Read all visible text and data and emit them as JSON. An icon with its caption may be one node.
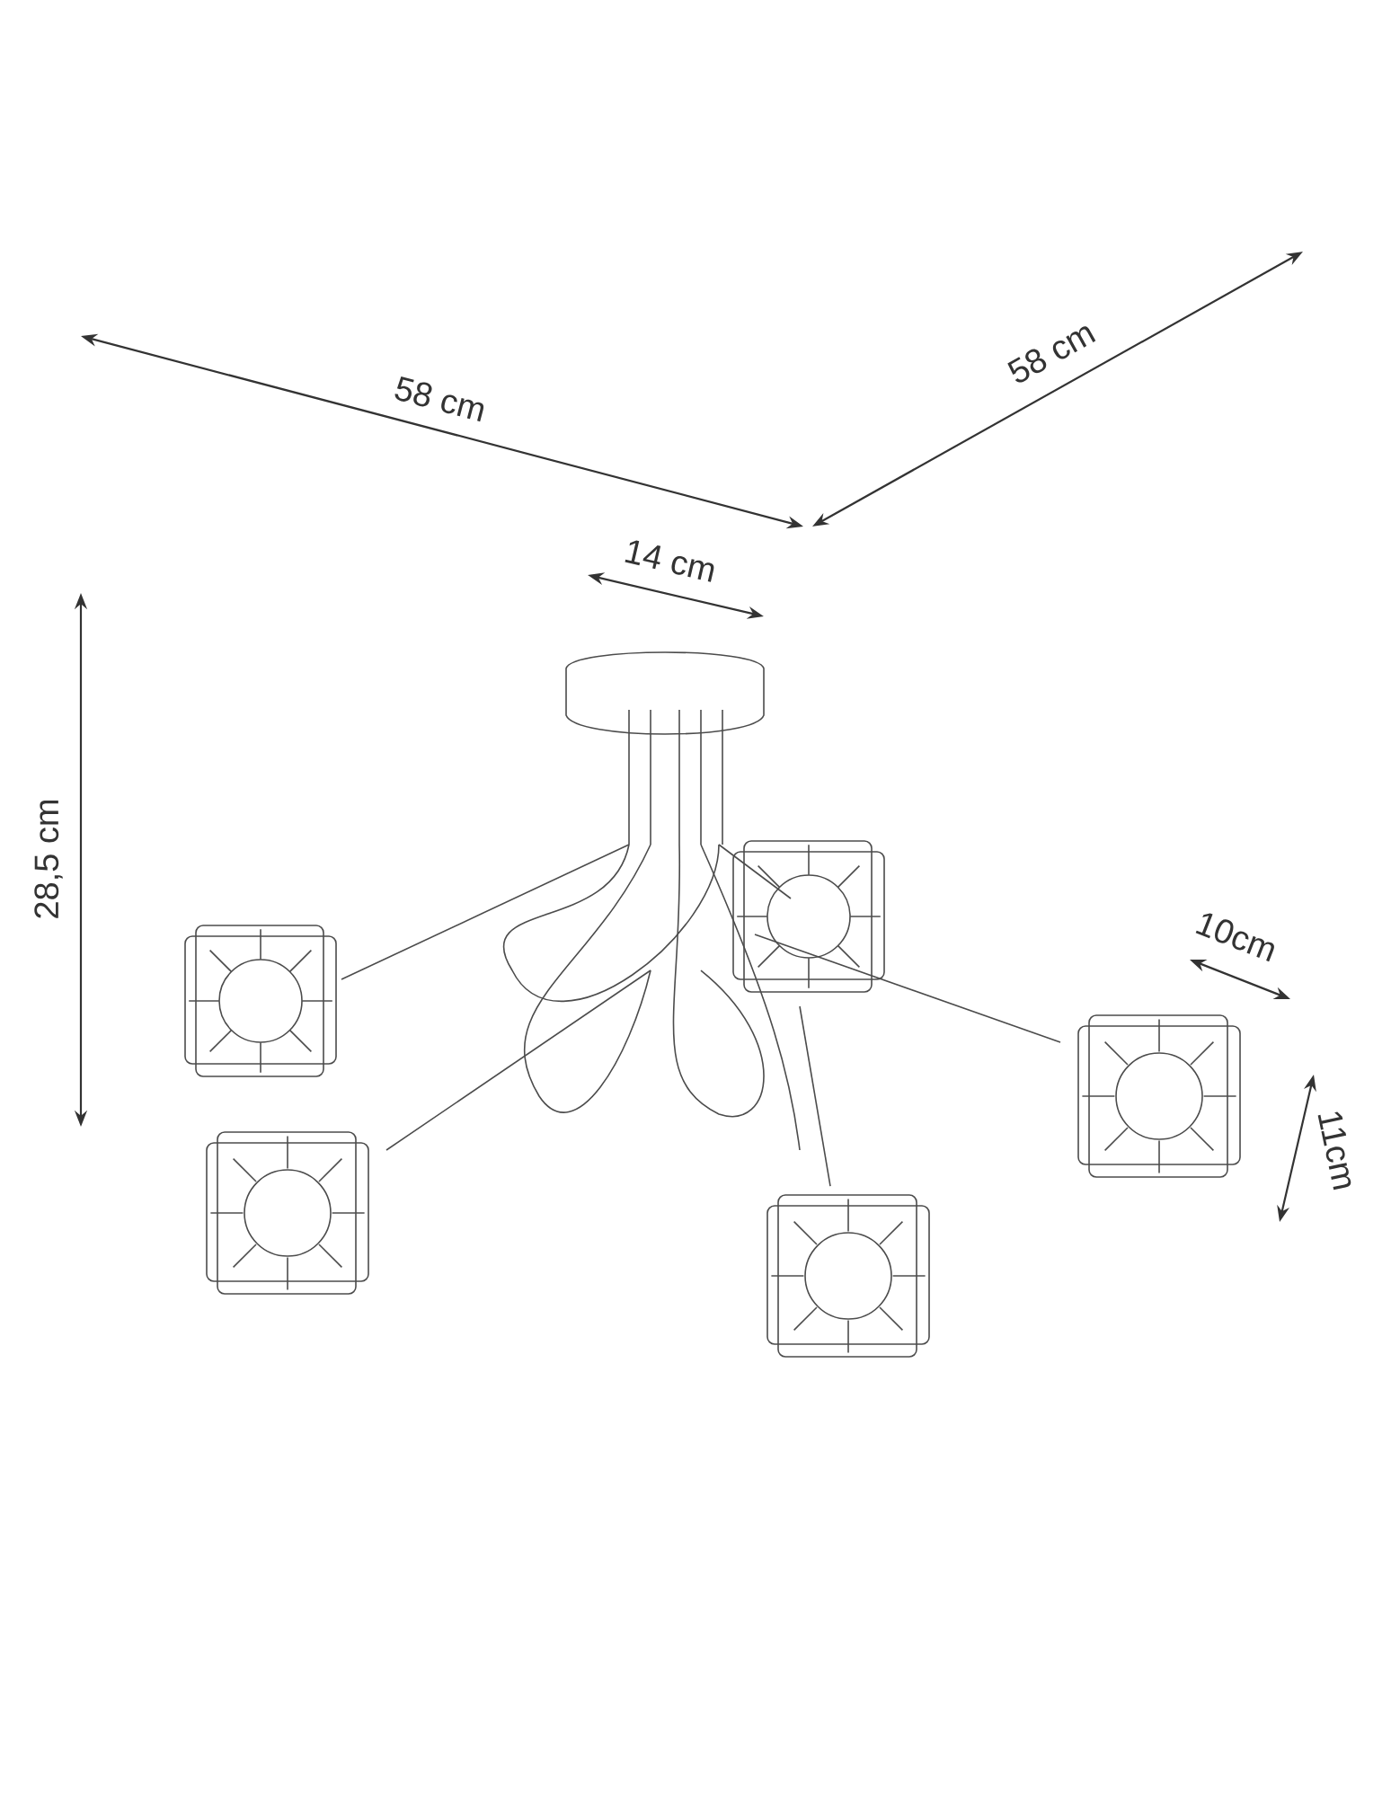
{
  "diagram": {
    "labels": [
      "58 cm",
      "58 cm",
      "14 cm",
      "28,5 cm",
      "10cm",
      "11cm"
    ]
  }
}
